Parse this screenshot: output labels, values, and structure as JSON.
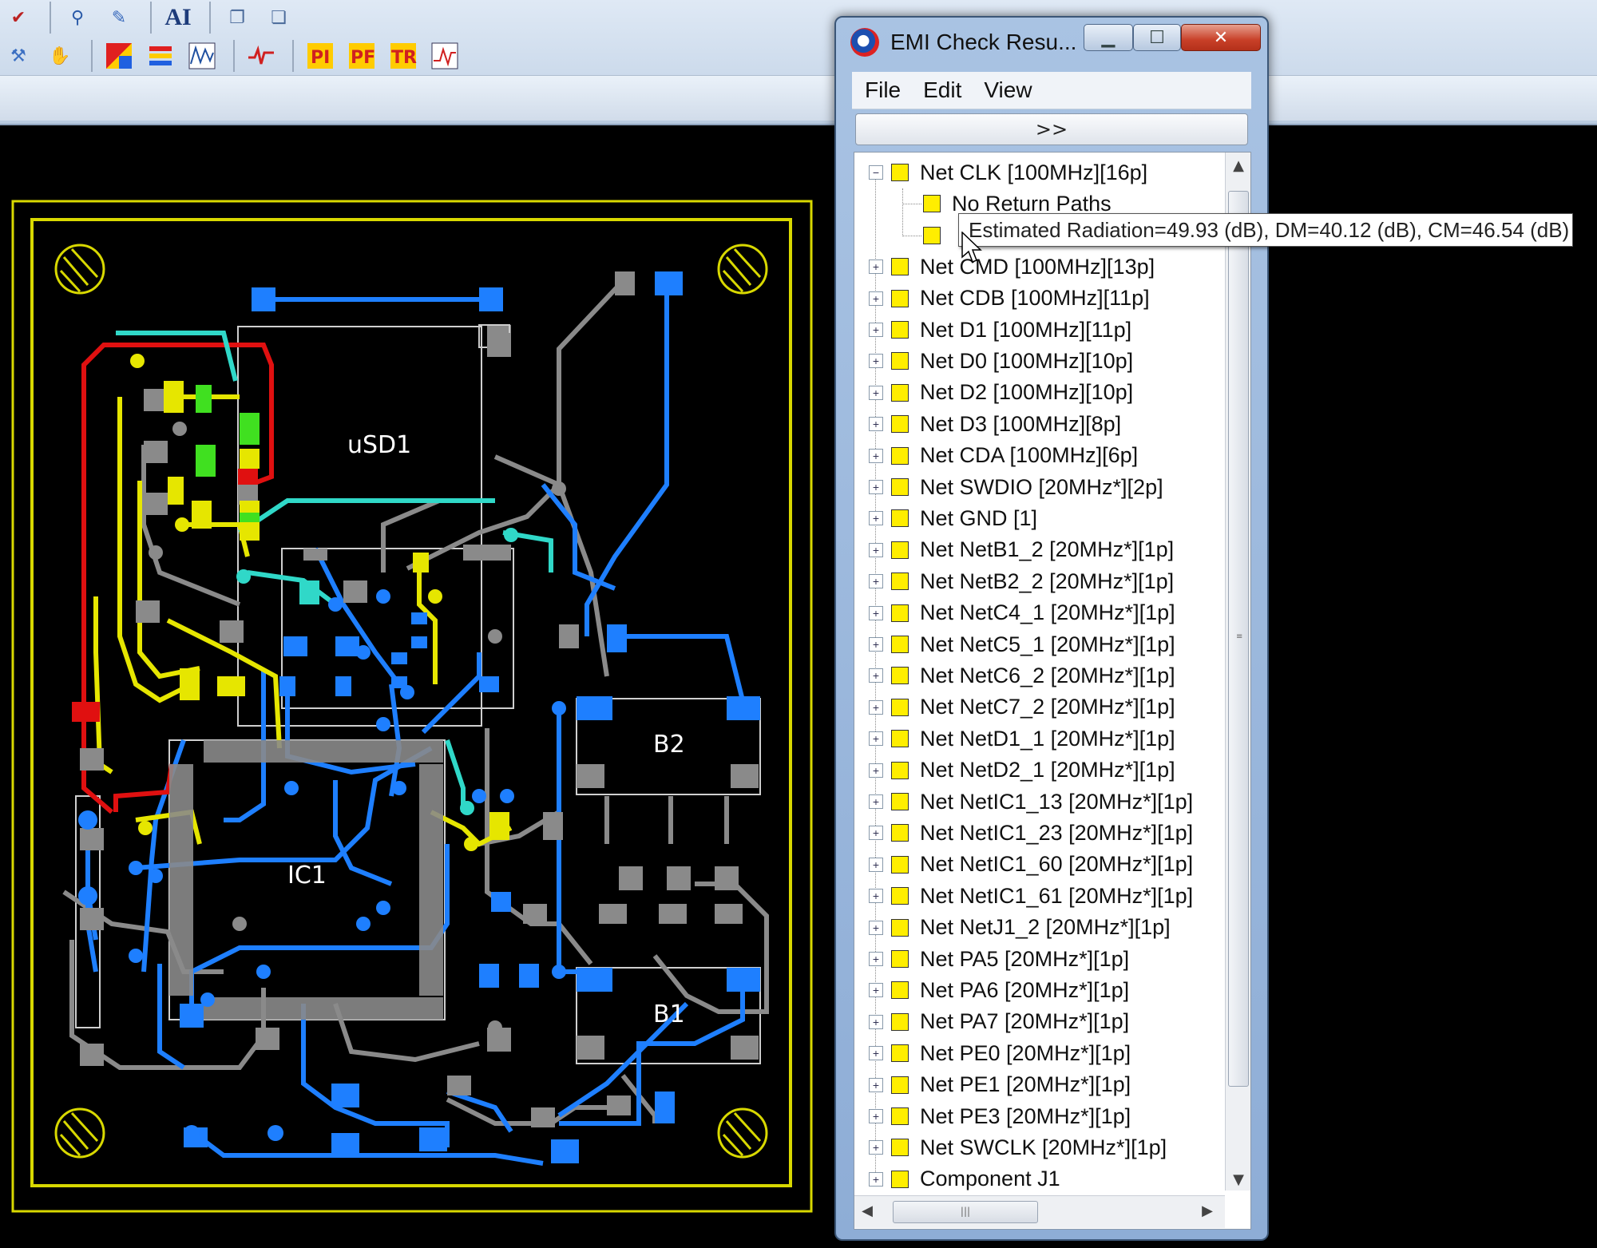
{
  "emi_window": {
    "title": "EMI Check Resu...",
    "menu": [
      "File",
      "Edit",
      "View"
    ],
    "expand_label": ">>",
    "tree": [
      {
        "label": "Net CLK [100MHz][16p]",
        "state": "expanded",
        "children": [
          {
            "label": "No Return Paths"
          },
          {
            "label": ""
          }
        ]
      },
      {
        "label": "Net CMD [100MHz][13p]",
        "state": "collapsed"
      },
      {
        "label": "Net CDB [100MHz][11p]",
        "state": "collapsed"
      },
      {
        "label": "Net D1 [100MHz][11p]",
        "state": "collapsed"
      },
      {
        "label": "Net D0 [100MHz][10p]",
        "state": "collapsed"
      },
      {
        "label": "Net D2 [100MHz][10p]",
        "state": "collapsed"
      },
      {
        "label": "Net D3 [100MHz][8p]",
        "state": "collapsed"
      },
      {
        "label": "Net CDA [100MHz][6p]",
        "state": "collapsed"
      },
      {
        "label": "Net SWDIO [20MHz*][2p]",
        "state": "collapsed"
      },
      {
        "label": "Net GND [1]",
        "state": "collapsed"
      },
      {
        "label": "Net NetB1_2 [20MHz*][1p]",
        "state": "collapsed"
      },
      {
        "label": "Net NetB2_2 [20MHz*][1p]",
        "state": "collapsed"
      },
      {
        "label": "Net NetC4_1 [20MHz*][1p]",
        "state": "collapsed"
      },
      {
        "label": "Net NetC5_1 [20MHz*][1p]",
        "state": "collapsed"
      },
      {
        "label": "Net NetC6_2 [20MHz*][1p]",
        "state": "collapsed"
      },
      {
        "label": "Net NetC7_2 [20MHz*][1p]",
        "state": "collapsed"
      },
      {
        "label": "Net NetD1_1 [20MHz*][1p]",
        "state": "collapsed"
      },
      {
        "label": "Net NetD2_1 [20MHz*][1p]",
        "state": "collapsed"
      },
      {
        "label": "Net NetIC1_13 [20MHz*][1p]",
        "state": "collapsed"
      },
      {
        "label": "Net NetIC1_23 [20MHz*][1p]",
        "state": "collapsed"
      },
      {
        "label": "Net NetIC1_60 [20MHz*][1p]",
        "state": "collapsed"
      },
      {
        "label": "Net NetIC1_61 [20MHz*][1p]",
        "state": "collapsed"
      },
      {
        "label": "Net NetJ1_2 [20MHz*][1p]",
        "state": "collapsed"
      },
      {
        "label": "Net PA5 [20MHz*][1p]",
        "state": "collapsed"
      },
      {
        "label": "Net PA6 [20MHz*][1p]",
        "state": "collapsed"
      },
      {
        "label": "Net PA7 [20MHz*][1p]",
        "state": "collapsed"
      },
      {
        "label": "Net PE0 [20MHz*][1p]",
        "state": "collapsed"
      },
      {
        "label": "Net PE1 [20MHz*][1p]",
        "state": "collapsed"
      },
      {
        "label": "Net PE3 [20MHz*][1p]",
        "state": "collapsed"
      },
      {
        "label": "Net SWCLK [20MHz*][1p]",
        "state": "collapsed"
      },
      {
        "label": "Component J1",
        "state": "collapsed"
      }
    ]
  },
  "tooltip": "Estimated Radiation=49.93 (dB), DM=40.12 (dB), CM=46.54 (dB)",
  "pcb": {
    "components": {
      "usd": "uSD1",
      "ic": "IC1",
      "b2": "B2",
      "b1": "B1"
    }
  },
  "toolbar": {
    "text_tool": "AI",
    "icons": [
      "check-icon",
      "zoom-icon",
      "pencil-icon",
      "copy-icon",
      "paste-icon",
      "route-icon",
      "hand-icon",
      "color-map-icon",
      "layer-icon",
      "waveform-icon",
      "probe-icon",
      "pi-analysis-icon",
      "pf-analysis-icon",
      "tr-analysis-icon",
      "signal-icon"
    ]
  },
  "colors": {
    "board_outline": "#d8d800",
    "trace_blue": "#1e7fff",
    "trace_gray": "#8a8a8a",
    "trace_yellow": "#e6e600",
    "trace_red": "#e01010",
    "trace_cyan": "#30d8c8",
    "net_indicator": "#ffee00"
  }
}
